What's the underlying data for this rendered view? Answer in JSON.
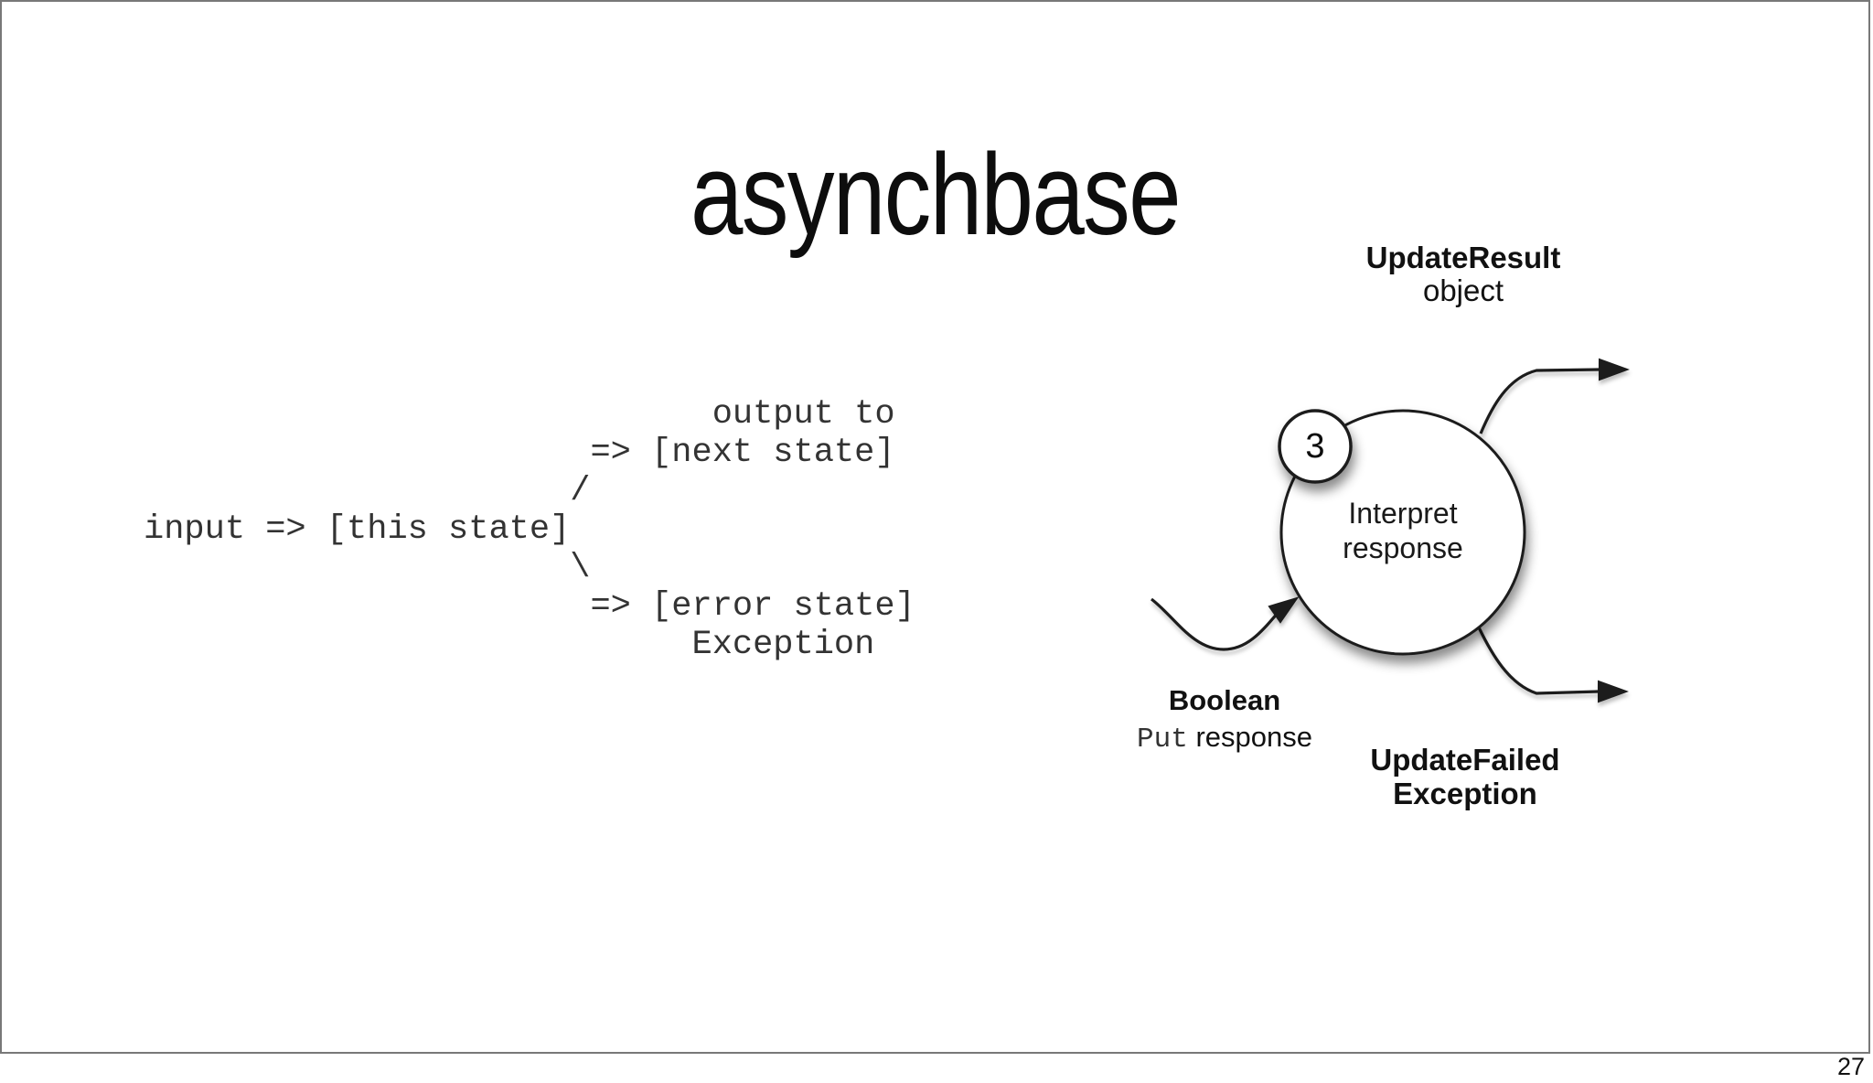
{
  "slide": {
    "title": "asynchbase",
    "page_number": "27"
  },
  "state_diagram": {
    "ascii": "                            output to\n                      => [next state]\n                     /\ninput => [this state]\n                     \\\n                      => [error state]\n                           Exception"
  },
  "flow_diagram": {
    "badge": "3",
    "node": {
      "line1": "Interpret",
      "line2": "response"
    },
    "result_label": {
      "line1": "UpdateResult",
      "line2": "object"
    },
    "input_label": {
      "line1": "Boolean",
      "mono": "Put",
      "rest": " response"
    },
    "failed_label": {
      "line1": "UpdateFailed",
      "line2": "Exception"
    }
  },
  "colors": {
    "frame_border": "#787878",
    "stroke": "#1c1c1c",
    "mono_text": "#333333"
  }
}
